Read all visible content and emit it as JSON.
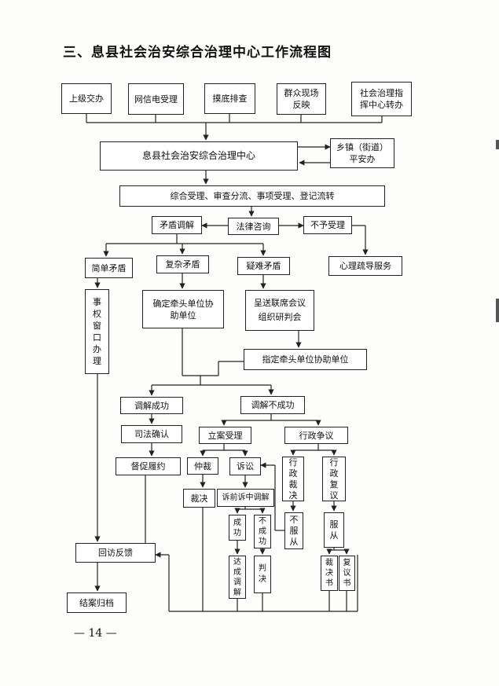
{
  "title": "三、息县社会治安综合治理中心工作流程图",
  "page_number": "— 14 —",
  "nodes": {
    "src1": "上级交办",
    "src2": "网信电受理",
    "src3": "摸底排查",
    "src4": "群众现场\n反映",
    "src5": "社会治理指\n挥中心转办",
    "center": "息县社会治安综合治理中心",
    "township": "乡镇（街道）\n平安办",
    "intake": "综合受理、审查分流、事项受理、登记流转",
    "mediation": "矛盾调解",
    "legal": "法律咨询",
    "reject": "不予受理",
    "simple": "简单矛盾",
    "complex": "复杂矛盾",
    "difficult": "疑难矛盾",
    "counsel": "心理疏导服务",
    "window": "事\n权\n窗\n口\n办\n理",
    "lead_assist": "确定牵头单位协\n助单位",
    "joint_meeting": "呈送联席会议\n组织研判会",
    "assign_lead": "指定牵头单位协助单位",
    "med_success": "调解成功",
    "med_fail": "调解不成功",
    "judicial": "司法确认",
    "filing": "立案受理",
    "admin_dispute": "行政争议",
    "supervise": "督促履约",
    "arbitration": "仲裁",
    "litigation": "诉讼",
    "admin_ruling": "行\n政\n裁\n决",
    "admin_review": "行\n政\n复\n议",
    "award": "裁决",
    "pretrial": "诉前诉中调解",
    "success": "成\n功",
    "fail": "不\n成\n功",
    "dissatisfied": "不\n服\n从",
    "comply": "服\n从",
    "agreement": "达\n成\n调\n解",
    "judgment": "判\n决",
    "ruling_doc": "裁\n决\n书",
    "review_doc": "复\n议\n书",
    "followup": "回访反馈",
    "close": "结案归档"
  }
}
